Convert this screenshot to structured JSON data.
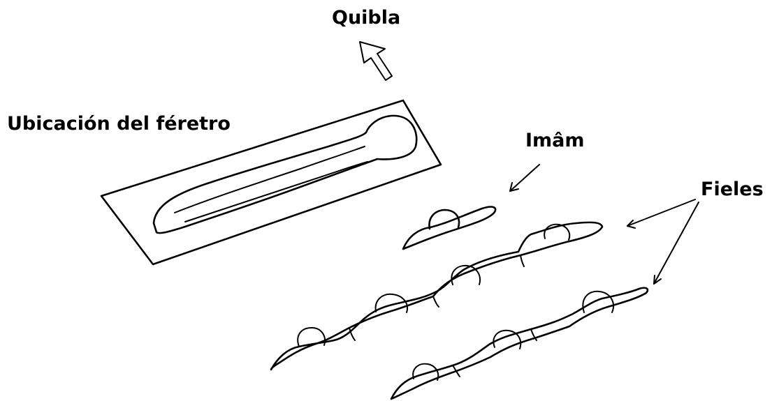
{
  "labels": {
    "qibla": "Quibla",
    "coffin_location": "Ubicación del féretro",
    "imam": "Imâm",
    "faithful": "Fieles"
  },
  "colors": {
    "ink": "#000000",
    "background": "#ffffff"
  },
  "icons": {
    "qibla_direction": "hollow-arrow-icon",
    "pointer": "arrow-icon"
  }
}
